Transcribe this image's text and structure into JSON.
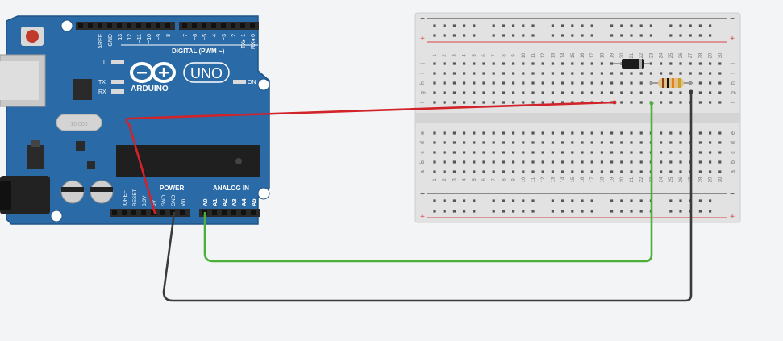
{
  "board": {
    "brand": "ARDUINO",
    "model": "UNO",
    "digital_label": "DIGITAL (PWM ~)",
    "header_top_pins": [
      "AREF",
      "GND",
      "13",
      "12",
      "~11",
      "~10",
      "~9",
      "8",
      "7",
      "~6",
      "~5",
      "4",
      "~3",
      "2",
      "TX▸ 1",
      "RX◂ 0"
    ],
    "led_l": "L",
    "led_tx": "TX",
    "led_rx": "RX",
    "led_on": "ON",
    "power_label": "POWER",
    "analog_label": "ANALOG IN",
    "power_pins": [
      "IOREF",
      "RESET",
      "3.3V",
      "5V",
      "GND",
      "GND",
      "Vin"
    ],
    "analog_pins": [
      "A0",
      "A1",
      "A2",
      "A3",
      "A4",
      "A5"
    ]
  },
  "breadboard": {
    "row_letters_top": [
      "j",
      "i",
      "h",
      "g",
      "f"
    ],
    "row_letters_bottom": [
      "e",
      "d",
      "c",
      "b",
      "a"
    ],
    "columns": [
      "1",
      "2",
      "3",
      "4",
      "5",
      "6",
      "7",
      "8",
      "9",
      "10",
      "11",
      "12",
      "13",
      "14",
      "15",
      "16",
      "17",
      "18",
      "19",
      "20",
      "21",
      "22",
      "23",
      "24",
      "25",
      "26",
      "27",
      "28",
      "29",
      "30"
    ],
    "rail_minus": "−",
    "rail_plus": "+"
  },
  "colors": {
    "background": "#f3f4f5",
    "board": "#2a6aa6",
    "board_dark": "#1f5488",
    "breadboard": "#e2e2e2",
    "rail_red": "#d64545",
    "rail_dark": "#333333",
    "wire_red": "#d2232a",
    "wire_green": "#4caf3a",
    "wire_black": "#3a3a3a"
  },
  "components": {
    "diode": "diode",
    "resistor": "resistor"
  }
}
